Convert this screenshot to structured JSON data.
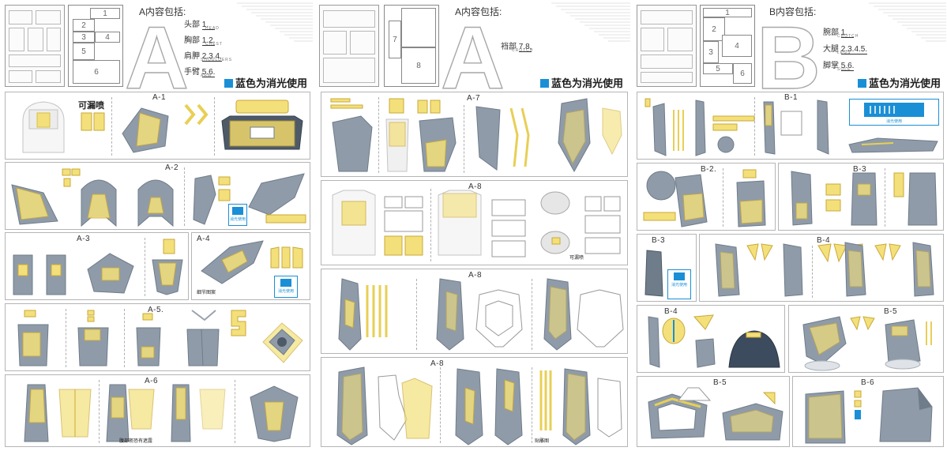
{
  "colors": {
    "accent_blue": "#1a8fd6",
    "part_gray": "#8f9ba8",
    "part_dark": "#6f7c89",
    "etch_gold": "#f3e07a",
    "panel_border": "#b5b5b5"
  },
  "sheet_a1": {
    "letter": "A",
    "contain_title": "A内容包括:",
    "parts": [
      {
        "name": "头部",
        "num": "1.",
        "sub": "HEAD"
      },
      {
        "name": "胸部",
        "num": "1.2.",
        "sub": "CHEST"
      },
      {
        "name": "肩胛",
        "num": "2.3.4.",
        "sub": "SHOULDERS"
      },
      {
        "name": "手臂",
        "num": "5.6.",
        "sub": "ARM"
      }
    ],
    "map_cells": [
      "1",
      "2",
      "3",
      "4",
      "5",
      "6"
    ],
    "matte_note": "蓝色为消光使用",
    "panels": [
      {
        "label": "A-1",
        "note": "可漏喷"
      },
      {
        "label": "A-2",
        "badge": "消光使用"
      },
      {
        "label": "A-3"
      },
      {
        "label": "A-4",
        "note": "细节图案",
        "badge": "消光使用"
      },
      {
        "label": "A-5."
      },
      {
        "label": "A-6",
        "note": "腹部密恐有遮露"
      }
    ]
  },
  "sheet_a2": {
    "letter": "A",
    "contain_title": "A内容包括:",
    "parts": [
      {
        "name": "裆部",
        "num": "7.8.",
        "sub": "CROTCH"
      }
    ],
    "map_cells": [
      "7",
      "8"
    ],
    "matte_note": "蓝色为消光使用",
    "panels": [
      {
        "label": "A-7"
      },
      {
        "label": "A-8",
        "note": "可漏喷"
      },
      {
        "label": "A-8"
      },
      {
        "label": "A-8",
        "note": "贴雕图"
      }
    ]
  },
  "sheet_b": {
    "letter": "B",
    "contain_title": "B内容包括:",
    "parts": [
      {
        "name": "腕部",
        "num": "1.",
        "sub": "CROTCH"
      },
      {
        "name": "大腿",
        "num": "2.3.4.5.",
        "sub": "LEGS"
      },
      {
        "name": "脚掌",
        "num": "5.6.",
        "sub": "SOLE"
      }
    ],
    "map_cells": [
      "1",
      "2",
      "3",
      "4",
      "5",
      "6"
    ],
    "matte_note": "蓝色为消光使用",
    "panels": [
      {
        "label": "B-1",
        "badge": "消光使用"
      },
      {
        "label": "B-2."
      },
      {
        "label": "B-3"
      },
      {
        "label": "B-3",
        "badge": "消光使用"
      },
      {
        "label": "B-4"
      },
      {
        "label": "B-4"
      },
      {
        "label": "B-5"
      },
      {
        "label": "B-5"
      },
      {
        "label": "B-6"
      }
    ]
  }
}
